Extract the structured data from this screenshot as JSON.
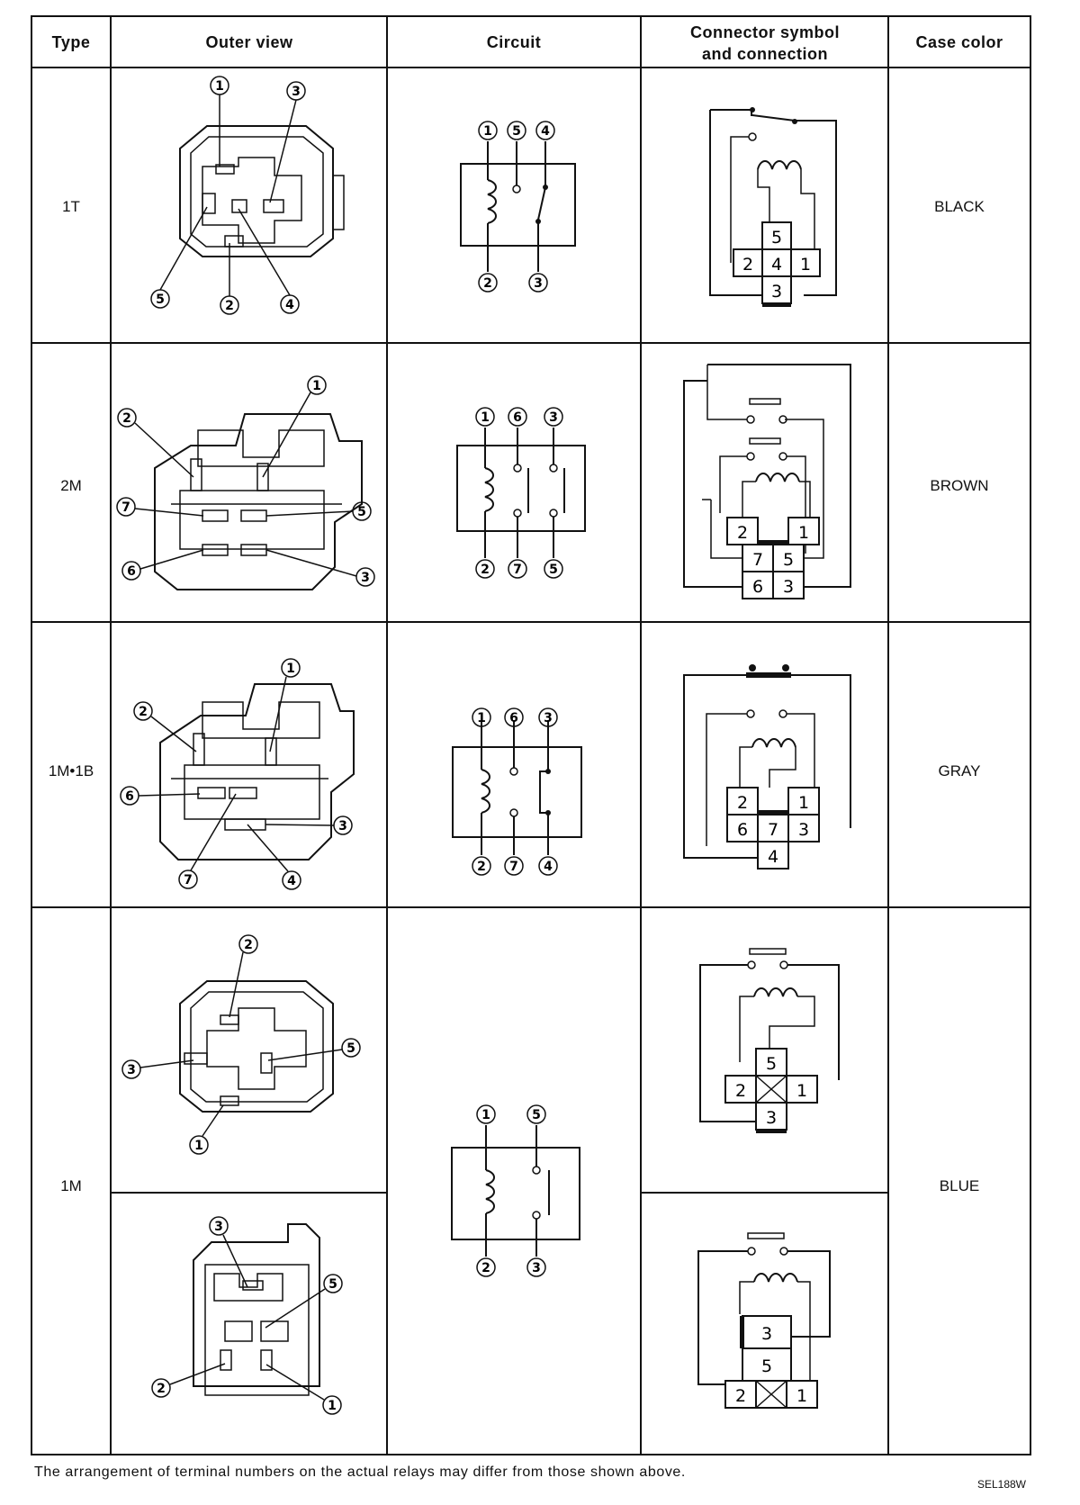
{
  "headers": {
    "type": "Type",
    "outer_view": "Outer view",
    "circuit": "Circuit",
    "connector_line1": "Connector symbol",
    "connector_line2": "and connection",
    "case_color": "Case color"
  },
  "rows": [
    {
      "type": "1T",
      "case_color": "BLACK",
      "outer_terminals": [
        "1",
        "3",
        "5",
        "2",
        "4"
      ],
      "circuit_top": [
        "1",
        "5",
        "4"
      ],
      "circuit_bottom": [
        "2",
        "3"
      ],
      "connector_boxes": [
        "5",
        "2",
        "4",
        "1",
        "3"
      ]
    },
    {
      "type": "2M",
      "case_color": "BROWN",
      "outer_terminals": [
        "2",
        "1",
        "7",
        "5",
        "6",
        "3"
      ],
      "circuit_top": [
        "1",
        "6",
        "3"
      ],
      "circuit_bottom": [
        "2",
        "7",
        "5"
      ],
      "connector_boxes": [
        "2",
        "1",
        "7",
        "5",
        "6",
        "3"
      ]
    },
    {
      "type": "1M•1B",
      "case_color": "GRAY",
      "outer_terminals": [
        "1",
        "2",
        "6",
        "3",
        "7",
        "4"
      ],
      "circuit_top": [
        "1",
        "6",
        "3"
      ],
      "circuit_bottom": [
        "2",
        "7",
        "4"
      ],
      "connector_boxes": [
        "2",
        "1",
        "6",
        "7",
        "3",
        "4"
      ]
    },
    {
      "type": "1M",
      "case_color": "BLUE",
      "outer_terminals_a": [
        "2",
        "3",
        "5",
        "1"
      ],
      "outer_terminals_b": [
        "3",
        "5",
        "2",
        "1"
      ],
      "circuit_top": [
        "1",
        "5"
      ],
      "circuit_bottom": [
        "2",
        "3"
      ],
      "connector_boxes_a": [
        "5",
        "2",
        "1",
        "3"
      ],
      "connector_boxes_b": [
        "3",
        "5",
        "2",
        "1"
      ]
    }
  ],
  "footnote": "The arrangement of terminal numbers on the actual relays may differ from those shown above.",
  "figure_code": "SEL188W"
}
